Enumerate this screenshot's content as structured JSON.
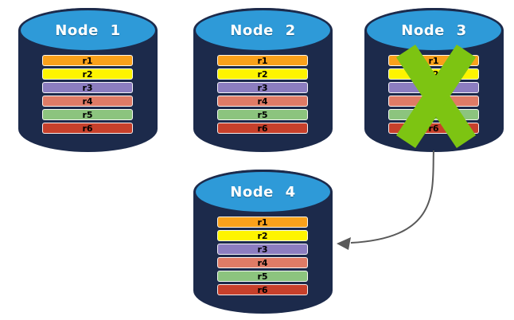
{
  "colors": {
    "background": "#FFFFFF",
    "cylinder_body": "#1C2A4B",
    "cylinder_top": "#2E9AD8",
    "node_label_text": "#FFFFFF",
    "replica_label_text": "#000000",
    "failure_x": "#7DC412",
    "arrow": "#595959"
  },
  "nodes": [
    {
      "label": "Node 1",
      "failed": false,
      "replicas": [
        {
          "label": "r1",
          "color": "#F9A11B"
        },
        {
          "label": "r2",
          "color": "#FEF400"
        },
        {
          "label": "r3",
          "color": "#8C7DC0"
        },
        {
          "label": "r4",
          "color": "#DF7B66"
        },
        {
          "label": "r5",
          "color": "#8CC47E"
        },
        {
          "label": "r6",
          "color": "#C7402B"
        }
      ]
    },
    {
      "label": "Node 2",
      "failed": false,
      "replicas": [
        {
          "label": "r1",
          "color": "#F9A11B"
        },
        {
          "label": "r2",
          "color": "#FEF400"
        },
        {
          "label": "r3",
          "color": "#8C7DC0"
        },
        {
          "label": "r4",
          "color": "#DF7B66"
        },
        {
          "label": "r5",
          "color": "#8CC47E"
        },
        {
          "label": "r6",
          "color": "#C7402B"
        }
      ]
    },
    {
      "label": "Node 3",
      "failed": true,
      "replicas": [
        {
          "label": "r1",
          "color": "#F9A11B"
        },
        {
          "label": "r2",
          "color": "#FEF400"
        },
        {
          "label": "r3",
          "color": "#8C7DC0"
        },
        {
          "label": "r4",
          "color": "#DF7B66"
        },
        {
          "label": "r5",
          "color": "#8CC47E"
        },
        {
          "label": "r6",
          "color": "#C7402B"
        }
      ]
    },
    {
      "label": "Node 4",
      "failed": false,
      "replicas": [
        {
          "label": "r1",
          "color": "#F9A11B"
        },
        {
          "label": "r2",
          "color": "#FEF400"
        },
        {
          "label": "r3",
          "color": "#8C7DC0"
        },
        {
          "label": "r4",
          "color": "#DF7B66"
        },
        {
          "label": "r5",
          "color": "#8CC47E"
        },
        {
          "label": "r6",
          "color": "#C7402B"
        }
      ]
    }
  ],
  "arrow": {
    "from": "Node 3",
    "to": "Node 4"
  }
}
